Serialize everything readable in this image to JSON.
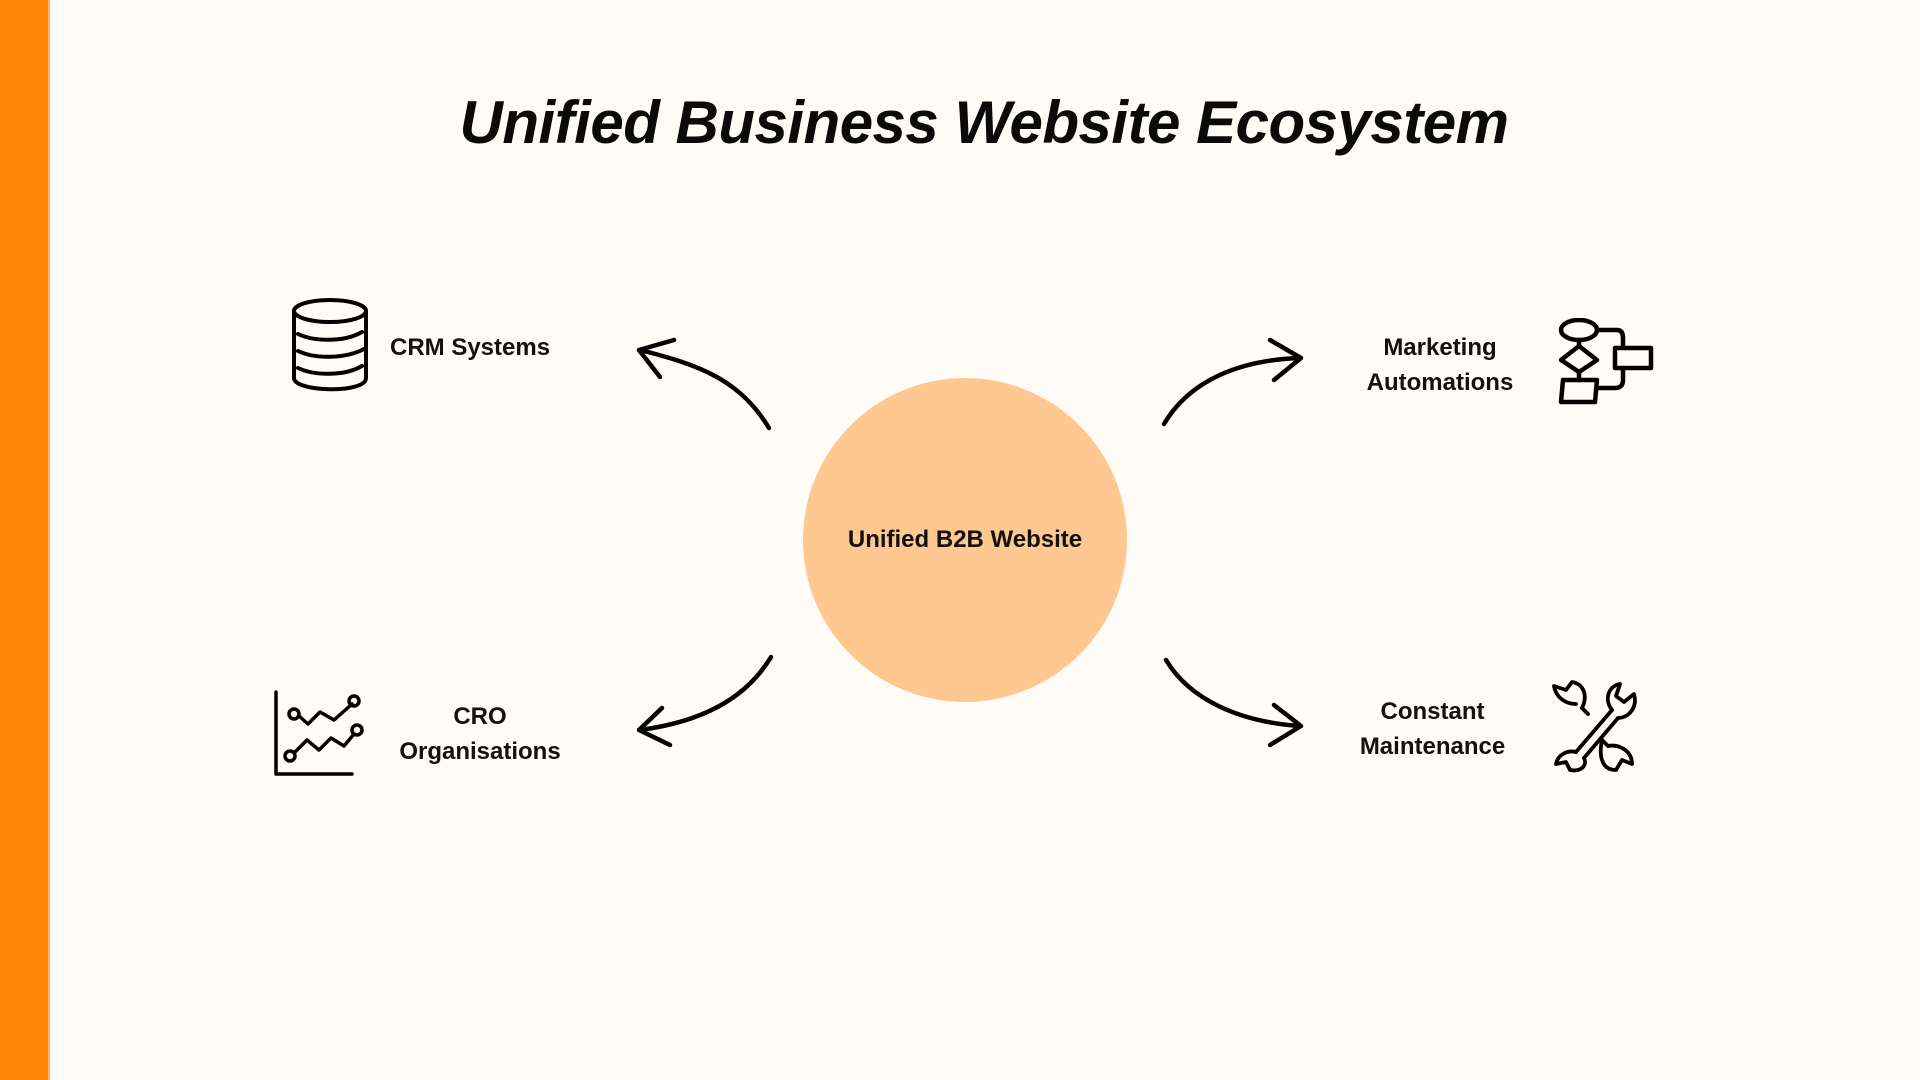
{
  "colors": {
    "accent_stripe": "#ff8502",
    "background": "#fffbf6",
    "hub": "#fec890",
    "ink": "#111111"
  },
  "title": "Unified Business Website Ecosystem",
  "hub": {
    "label": "Unified B2B Website"
  },
  "nodes": [
    {
      "label": "CRM Systems",
      "icon": "database-icon"
    },
    {
      "label_line1": "CRO",
      "label_line2": "Organisations",
      "icon": "line-chart-icon"
    },
    {
      "label_line1": "Marketing",
      "label_line2": "Automations",
      "icon": "flowchart-icon"
    },
    {
      "label_line1": "Constant",
      "label_line2": "Maintenance",
      "icon": "wrenches-icon"
    }
  ]
}
